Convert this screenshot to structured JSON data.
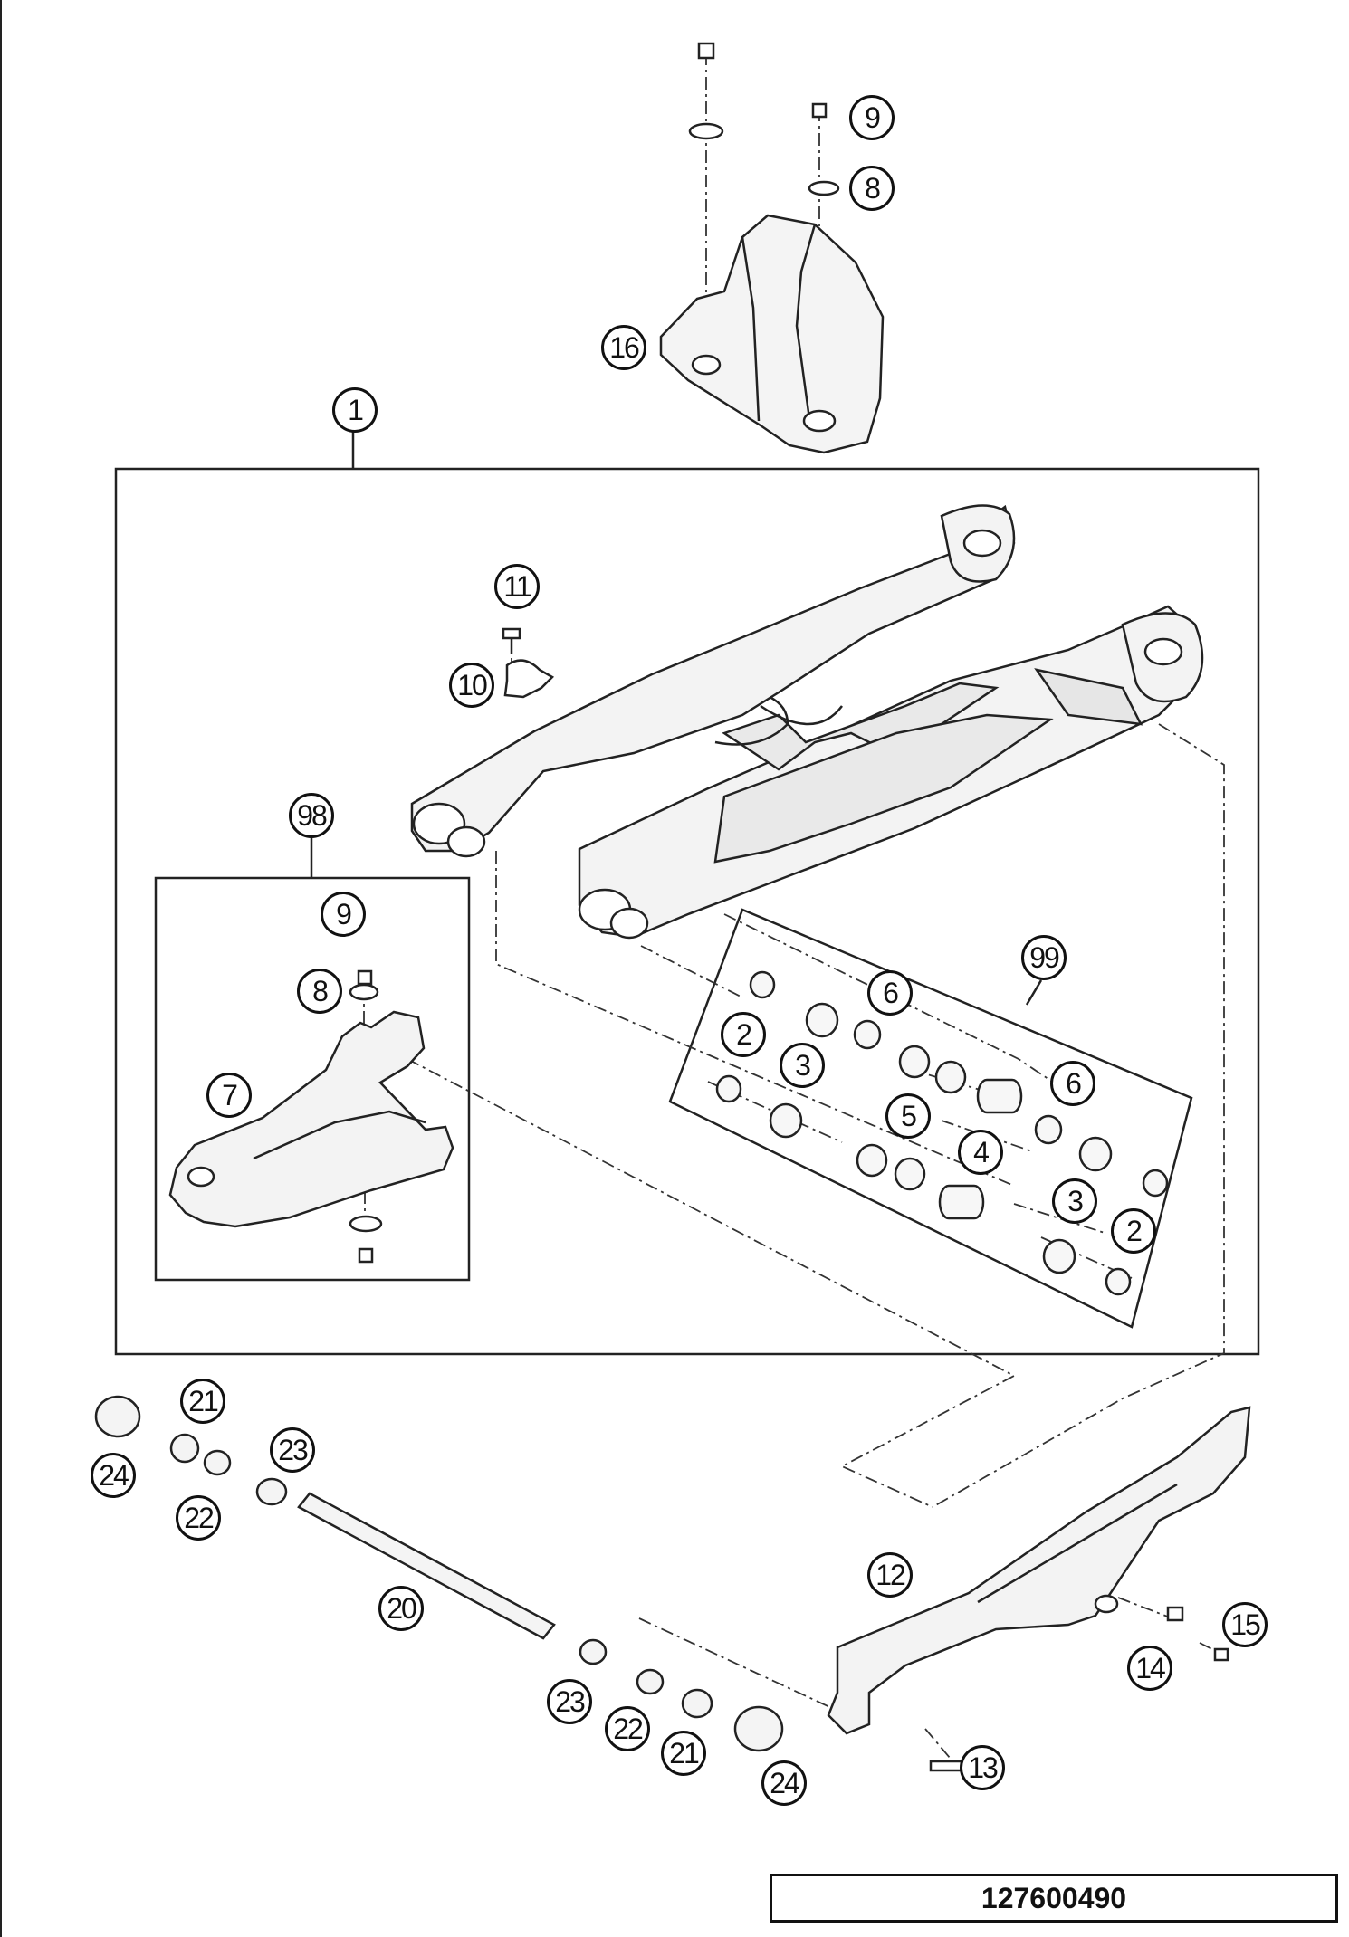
{
  "document_number": "127600490",
  "callouts": {
    "c1": "1",
    "c2a": "2",
    "c2b": "2",
    "c3a": "3",
    "c3b": "3",
    "c4": "4",
    "c5": "5",
    "c6a": "6",
    "c6b": "6",
    "c7": "7",
    "c8a": "8",
    "c8b": "8",
    "c9a": "9",
    "c9b": "9",
    "c10": "10",
    "c11": "11",
    "c12": "12",
    "c13": "13",
    "c14": "14",
    "c15": "15",
    "c16": "16",
    "c20": "20",
    "c21a": "21",
    "c21b": "21",
    "c22a": "22",
    "c22b": "22",
    "c23a": "23",
    "c23b": "23",
    "c24a": "24",
    "c24b": "24",
    "c98": "98",
    "c99": "99"
  }
}
